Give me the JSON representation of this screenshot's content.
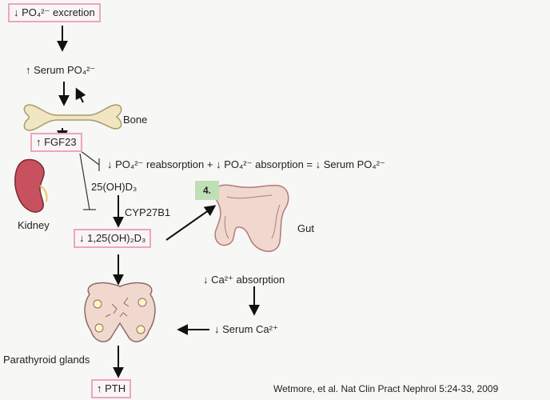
{
  "labels": {
    "po4_excretion": "↓ PO₄²⁻ excretion",
    "serum_po4": "↑ Serum PO₄²⁻",
    "bone": "Bone",
    "fgf23": "↑ FGF23",
    "reabsorption_equation": "↓ PO₄²⁻ reabsorption  +  ↓ PO₄²⁻ absorption  =  ↓ Serum PO₄²⁻",
    "hydroxy_d3": "25(OH)D₃",
    "cyp27b1": "CYP27B1",
    "kidney": "Kidney",
    "calcitriol": "↓ 1,25(OH)₂D₃",
    "step_badge": "4.",
    "gut": "Gut",
    "ca_absorption": "↓ Ca²⁺ absorption",
    "serum_ca": "↓ Serum Ca²⁺",
    "parathyroid": "Parathyroid glands",
    "pth": "↑ PTH",
    "citation": "Wetmore, et al. Nat Clin Pract Nephrol 5:24-33, 2009"
  },
  "colors": {
    "highlight_border": "#e9a7bd",
    "badge_fill": "#bfe0b6",
    "organ_fill": "#f1d8cf",
    "bone_fill": "#f1e6c2",
    "kidney_fill": "#c8515f"
  }
}
